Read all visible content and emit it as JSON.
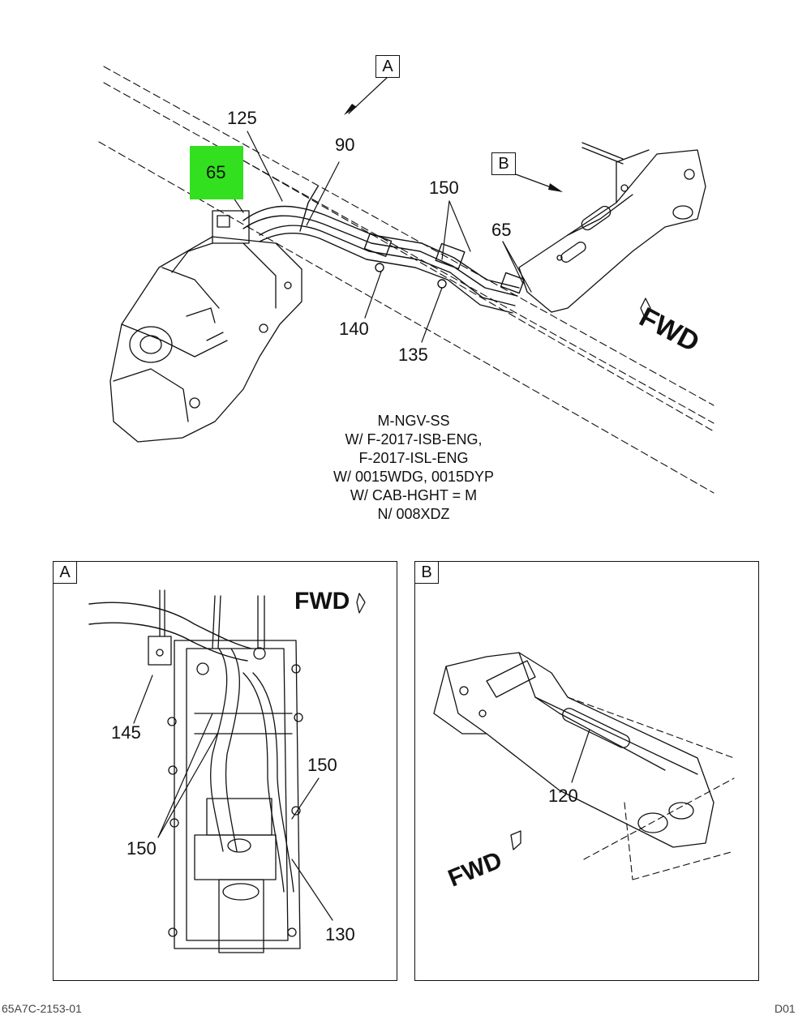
{
  "main_view": {
    "view_a_label": "A",
    "view_b_label": "B",
    "callouts": {
      "c125": "125",
      "c90": "90",
      "c65_highlighted": "65",
      "c150": "150",
      "c65": "65",
      "c140": "140",
      "c135": "135"
    },
    "fwd_text": "FWD",
    "highlight_color": "#33e01f",
    "notes": [
      "M-NGV-SS",
      "W/ F-2017-ISB-ENG,",
      "F-2017-ISL-ENG",
      "W/ 0015WDG, 0015DYP",
      "W/ CAB-HGHT = M",
      "N/ 008XDZ"
    ]
  },
  "detail_a": {
    "label": "A",
    "fwd_text": "FWD",
    "callouts": {
      "c145": "145",
      "c150_left": "150",
      "c150_right": "150",
      "c130": "130"
    }
  },
  "detail_b": {
    "label": "B",
    "fwd_text": "FWD",
    "callouts": {
      "c120": "120"
    }
  },
  "footer": {
    "left": "65A7C-2153-01",
    "right": "D01"
  }
}
